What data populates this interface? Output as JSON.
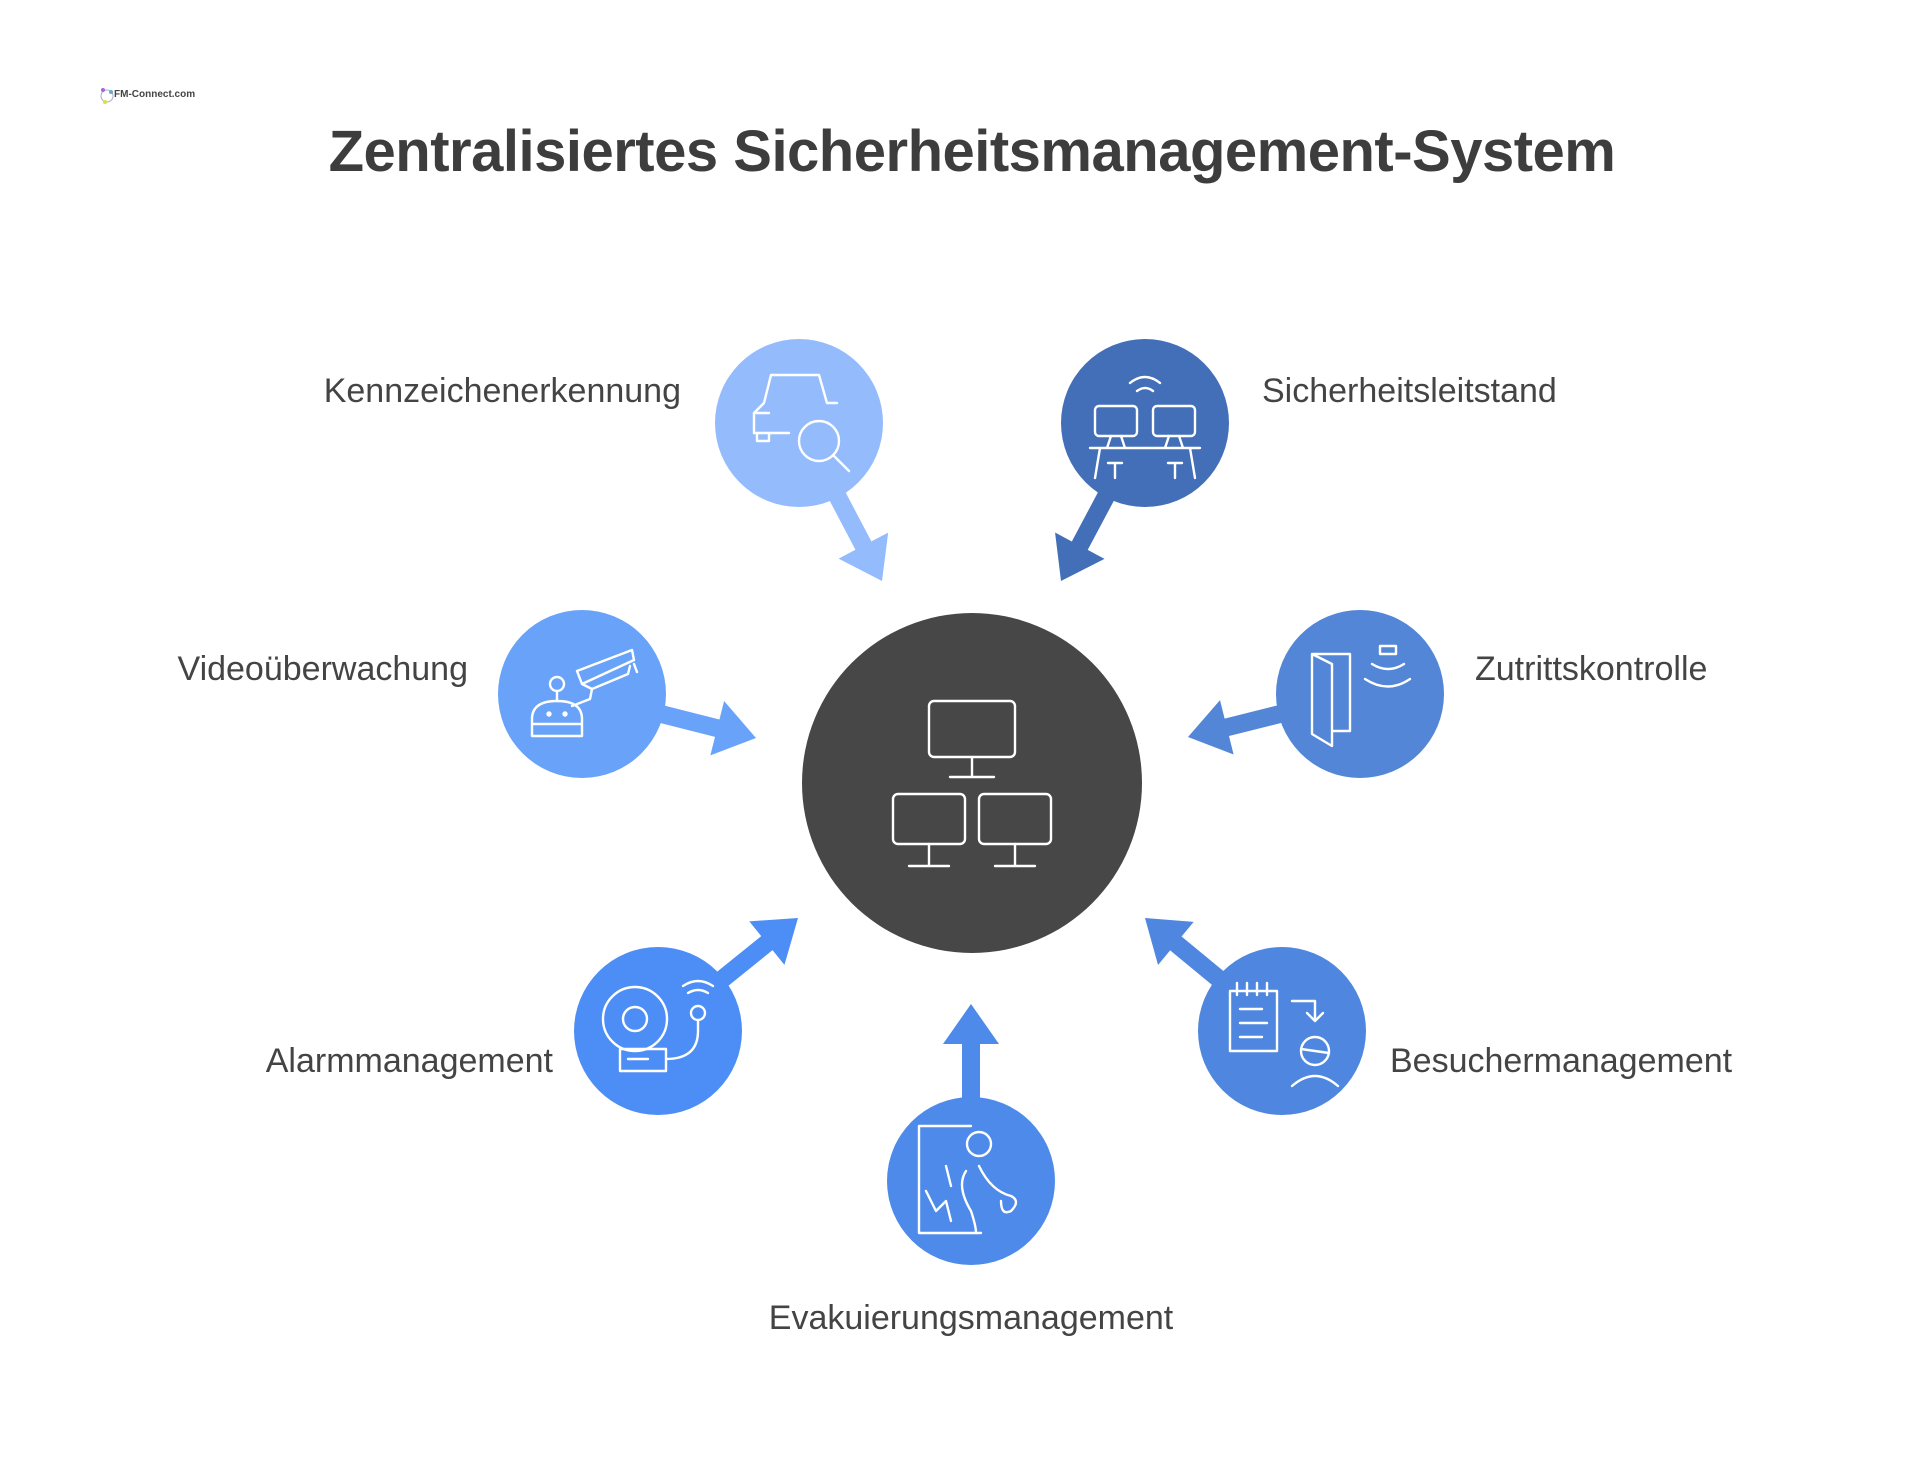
{
  "logo": {
    "text": "FM-Connect.com"
  },
  "title": "Zentralisiertes Sicherheitsmanagement-System",
  "center": {
    "icon": "network-monitors-icon",
    "color": "#474747"
  },
  "nodes": [
    {
      "label": "Kennzeichenerkennung",
      "icon": "car-search-icon",
      "color": "#94bcfd"
    },
    {
      "label": "Sicherheitsleitstand",
      "icon": "control-room-icon",
      "color": "#436fb8"
    },
    {
      "label": "Videoüberwachung",
      "icon": "surveillance-camera-icon",
      "color": "#69a3f9"
    },
    {
      "label": "Zutrittskontrolle",
      "icon": "door-access-icon",
      "color": "#5386d6"
    },
    {
      "label": "Alarmmanagement",
      "icon": "alarm-bell-icon",
      "color": "#4d8ef6"
    },
    {
      "label": "Besuchermanagement",
      "icon": "visitor-checkin-icon",
      "color": "#4f87e0"
    },
    {
      "label": "Evakuierungsmanagement",
      "icon": "evacuation-icon",
      "color": "#4d8ae9"
    }
  ]
}
